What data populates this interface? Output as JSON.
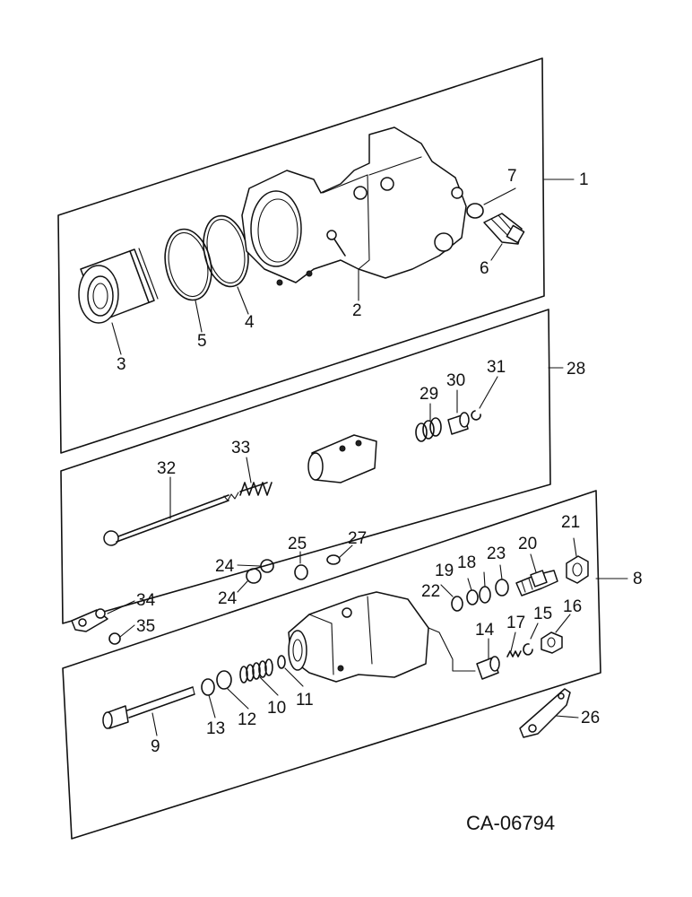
{
  "callouts": {
    "c1": "1",
    "c2": "2",
    "c3": "3",
    "c4": "4",
    "c5": "5",
    "c6": "6",
    "c7": "7",
    "c8": "8",
    "c9": "9",
    "c10": "10",
    "c11": "11",
    "c12": "12",
    "c13": "13",
    "c14": "14",
    "c15": "15",
    "c16": "16",
    "c17": "17",
    "c18": "18",
    "c19": "19",
    "c20": "20",
    "c21": "21",
    "c22": "22",
    "c23": "23",
    "c24a": "24",
    "c24b": "24",
    "c25": "25",
    "c26": "26",
    "c27": "27",
    "c28": "28",
    "c29": "29",
    "c30": "30",
    "c31": "31",
    "c32": "32",
    "c33": "33",
    "c34": "34",
    "c35": "35"
  },
  "caption": "CA-06794"
}
